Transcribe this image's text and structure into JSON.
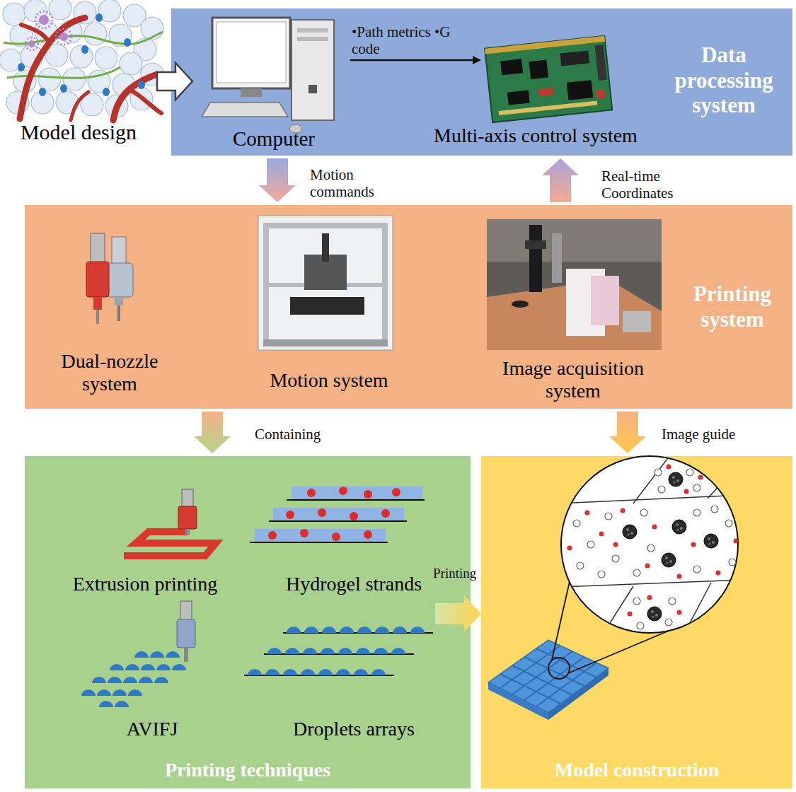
{
  "diagram": {
    "nodes": [
      {
        "text": [
          "Model design"
        ]
      },
      {
        "text": [
          "Data processing system"
        ]
      },
      {
        "text": [
          "Computer"
        ],
        "in": 1
      },
      {
        "text": [
          "Multi-axis control system"
        ],
        "in": 1
      },
      {
        "text": [
          "Printing system"
        ]
      },
      {
        "text": [
          "Dual-nozzle system"
        ],
        "in": 4
      },
      {
        "text": [
          "Motion system"
        ],
        "in": 4
      },
      {
        "text": [
          "Image acquisition system"
        ],
        "in": 4
      },
      {
        "text": [
          "Printing techniques"
        ]
      },
      {
        "text": [
          "Extrusion printing"
        ],
        "in": 8
      },
      {
        "text": [
          "Hydrogel strands"
        ],
        "in": 8
      },
      {
        "text": [
          "AVIFJ"
        ],
        "in": 8
      },
      {
        "text": [
          "Droplets arrays"
        ],
        "in": 8
      },
      {
        "text": [
          "Model construction"
        ]
      }
    ],
    "edges": [
      {
        "from": 0,
        "to": 1,
        "arrow": "to"
      },
      {
        "from": 2,
        "to": 3,
        "arrow": "to",
        "label": "•Path metrics •G code"
      },
      {
        "from": 1,
        "to": 4,
        "arrow": "to",
        "label": "Motion commands"
      },
      {
        "from": 4,
        "to": 1,
        "arrow": "to",
        "label": "Real-time Coordinates"
      },
      {
        "from": 4,
        "to": 8,
        "arrow": "to",
        "label": "Containing"
      },
      {
        "from": 4,
        "to": 13,
        "arrow": "to",
        "label": "Image guide"
      },
      {
        "from": 8,
        "to": 13,
        "arrow": "to",
        "label": "Printing"
      }
    ]
  }
}
